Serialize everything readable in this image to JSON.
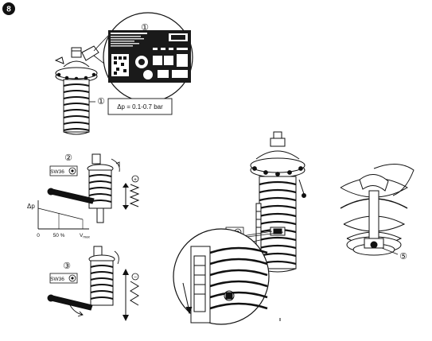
{
  "step": {
    "badge": "8"
  },
  "callouts": {
    "c1": "①",
    "c2": "②",
    "c3": "③",
    "c4": "④",
    "c5": "⑤"
  },
  "pressure_box": "Δp = 0.1-0.7 bar",
  "wrench_size_2": "SW36",
  "wrench_size_3": "SW36",
  "graph": {
    "y_label": "Δp",
    "x_tick_0": "0",
    "x_tick_50": "50 %",
    "x_tick_vmax": "V",
    "x_tick_vmax_sub": "max"
  },
  "signs": {
    "plus": "+",
    "minus": "−"
  },
  "colors": {
    "ink": "#111111",
    "label_dark": "#1a1a1a",
    "leader_gray": "#8a8a8a"
  }
}
